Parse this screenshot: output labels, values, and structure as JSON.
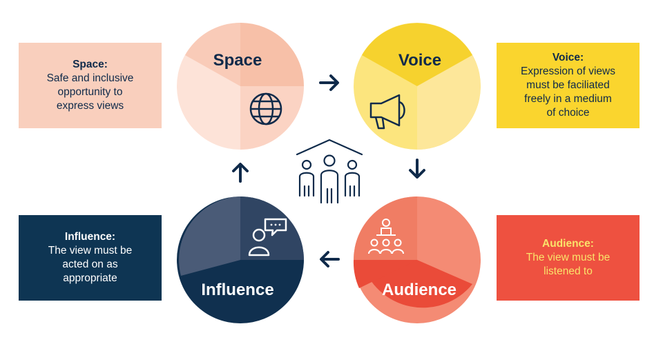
{
  "stages": {
    "space": {
      "label": "Space",
      "title": "Space:",
      "description": "Safe and inclusive\nopportunity to\nexpress views"
    },
    "voice": {
      "label": "Voice",
      "title": "Voice:",
      "description": "Expression of views\nmust be faciliated\nfreely in a medium\nof choice"
    },
    "audience": {
      "label": "Audience",
      "title": "Audience:",
      "description": "The view must be\nlistened to"
    },
    "influence": {
      "label": "Influence",
      "title": "Influence:",
      "description": "The view must be\nacted on as\nappropriate"
    }
  },
  "colors": {
    "navy": "#0f2a4a",
    "space_light": "#fde3d8",
    "space_mid": "#fad0c0",
    "space_top": "#f9c4b0",
    "voice_light": "#fbe279",
    "voice_mid": "#fbe58e",
    "voice_top": "#f6d432",
    "audience_light": "#f07a60",
    "audience_mid": "#f28a72",
    "audience_bottom": "#ea4c3a",
    "influence_left": "#4a5b77",
    "influence_top": "#3b4d66",
    "influence_bottom": "#10304f"
  },
  "icons": {
    "space": "globe-icon",
    "voice": "megaphone-icon",
    "audience": "presenter-audience-icon",
    "influence": "person-speech-bubble-icon",
    "center": "group-under-roof-icon"
  }
}
